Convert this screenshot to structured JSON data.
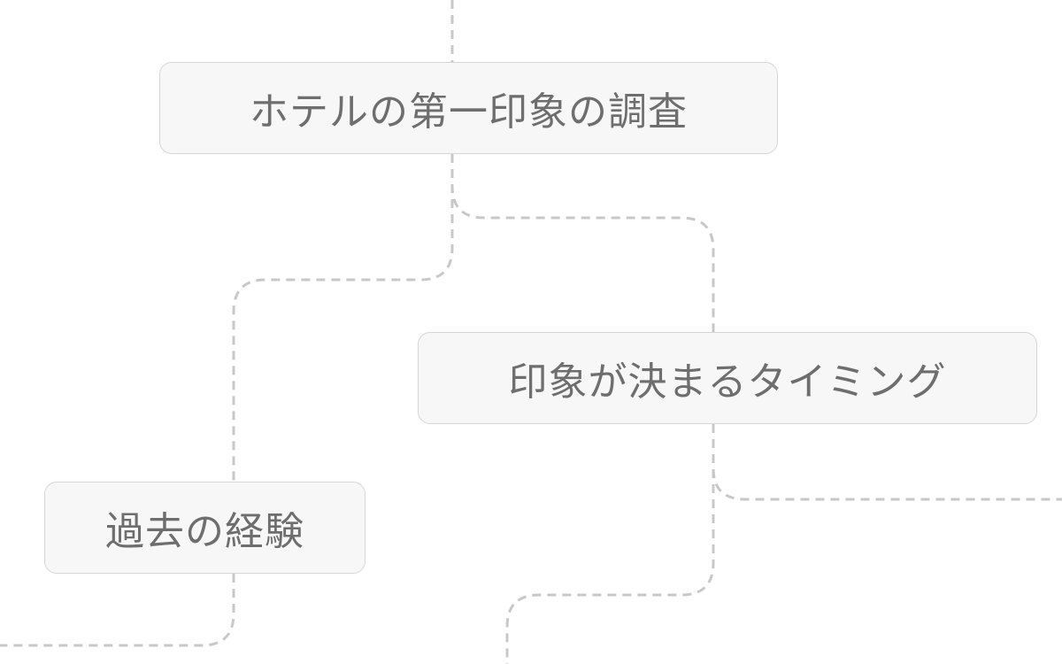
{
  "diagram": {
    "nodes": {
      "root": {
        "label": "ホテルの第一印象の調査"
      },
      "timing": {
        "label": "印象が決まるタイミング"
      },
      "past": {
        "label": "過去の経験"
      }
    },
    "connector_color": "#c8c8c8"
  }
}
